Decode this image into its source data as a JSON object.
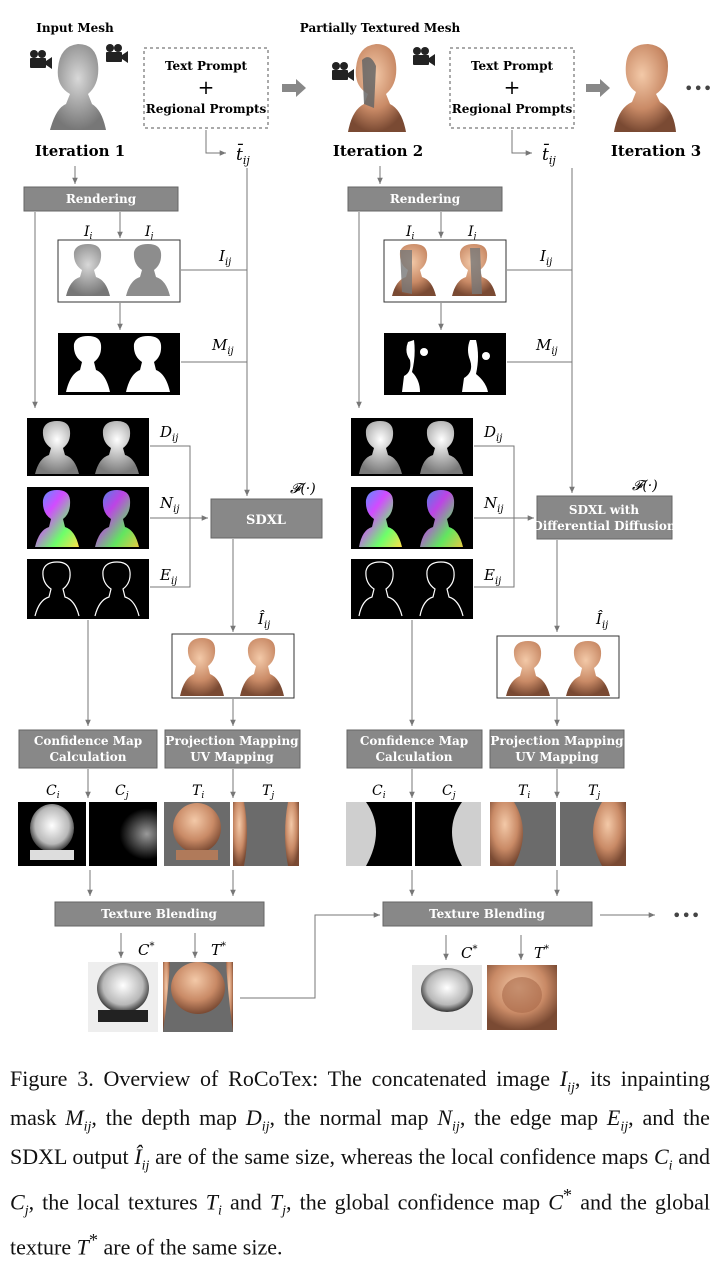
{
  "figure": {
    "col1": {
      "top_label": "Input Mesh",
      "iteration": "Iteration 1",
      "prompt_line1": "Text Prompt",
      "prompt_plus": "+",
      "prompt_line2": "Regional Prompts",
      "rendering": "Rendering",
      "model": "SDXL",
      "confidence": [
        "Confidence Map",
        "Calculation"
      ],
      "projection": [
        "Projection Mapping",
        "UV Mapping"
      ],
      "blending": "Texture Blending"
    },
    "col2": {
      "top_label": "Partially Textured Mesh",
      "iteration": "Iteration 2",
      "prompt_line1": "Text Prompt",
      "prompt_plus": "+",
      "prompt_line2": "Regional Prompts",
      "rendering": "Rendering",
      "model": [
        "SDXL with",
        "Differential Diffusion"
      ],
      "confidence": [
        "Confidence Map",
        "Calculation"
      ],
      "projection": [
        "Projection Mapping",
        "UV Mapping"
      ],
      "blending": "Texture Blending"
    },
    "iteration3": "Iteration 3",
    "ellipsis": "•••",
    "math": {
      "t": "t̄",
      "t_sub": "ij",
      "Ii": "I",
      "Ii_sub": "i",
      "Ij": "I",
      "Ij_sub": "j",
      "Iij": "I",
      "Iij_sub": "ij",
      "Mij": "M",
      "Mij_sub": "ij",
      "Dij": "D",
      "Dij_sub": "ij",
      "Nij": "N",
      "Nij_sub": "ij",
      "Eij": "E",
      "Eij_sub": "ij",
      "F": "𝓕(·)",
      "Ihat": "Î",
      "Ihat_sub": "ij",
      "Ci": "C",
      "Ci_sub": "i",
      "Cj": "C",
      "Cj_sub": "j",
      "Ti": "T",
      "Ti_sub": "i",
      "Tj": "T",
      "Tj_sub": "j",
      "Cstar": "C",
      "Tstar": "T",
      "star": "*"
    }
  },
  "caption": {
    "prefix": "Figure 3. Overview of RoCoTex: The concatenated image ",
    "p1": ", its inpainting mask ",
    "p2": ", the depth map ",
    "p3": ", the normal map ",
    "p4": ", the edge map ",
    "p5": ", and the SDXL output ",
    "p6": " are of the same size, whereas the local confidence maps ",
    "p7": " and ",
    "p8": ", the local textures ",
    "p9": " and ",
    "p10": ", the global confidence map ",
    "p11": " and the global texture ",
    "p12": " are of the same size.",
    "v_I": "I",
    "v_M": "M",
    "v_D": "D",
    "v_N": "N",
    "v_E": "E",
    "v_Ihat": "Î",
    "v_C": "C",
    "v_T": "T",
    "s_ij": "ij",
    "s_i": "i",
    "s_j": "j",
    "star": "*"
  }
}
